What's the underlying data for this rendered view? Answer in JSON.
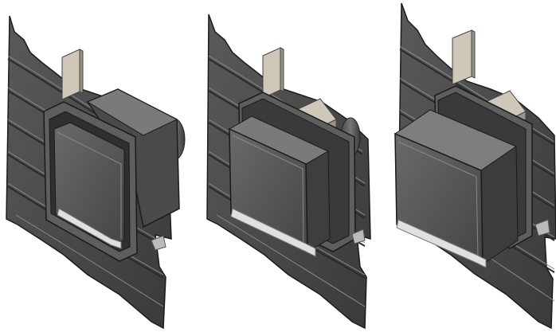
{
  "figure": {
    "panels": [
      {
        "variant": "flush-mount-termination"
      },
      {
        "variant": "medium-extension-termination"
      },
      {
        "variant": "full-extension-termination"
      }
    ],
    "colors": {
      "siding": "#4e4e4e",
      "siding_dark": "#2e2e2e",
      "siding_grain": "#8a8a8a",
      "wood": "#cfc7b8",
      "wood_shade": "#9a9388",
      "box_front": "#575757",
      "box_side": "#3f3f3f",
      "box_top": "#7a7a7a",
      "flange": "#5e5e5e",
      "sill": "#d9d9d9",
      "duct": "#6a6a6a"
    }
  }
}
